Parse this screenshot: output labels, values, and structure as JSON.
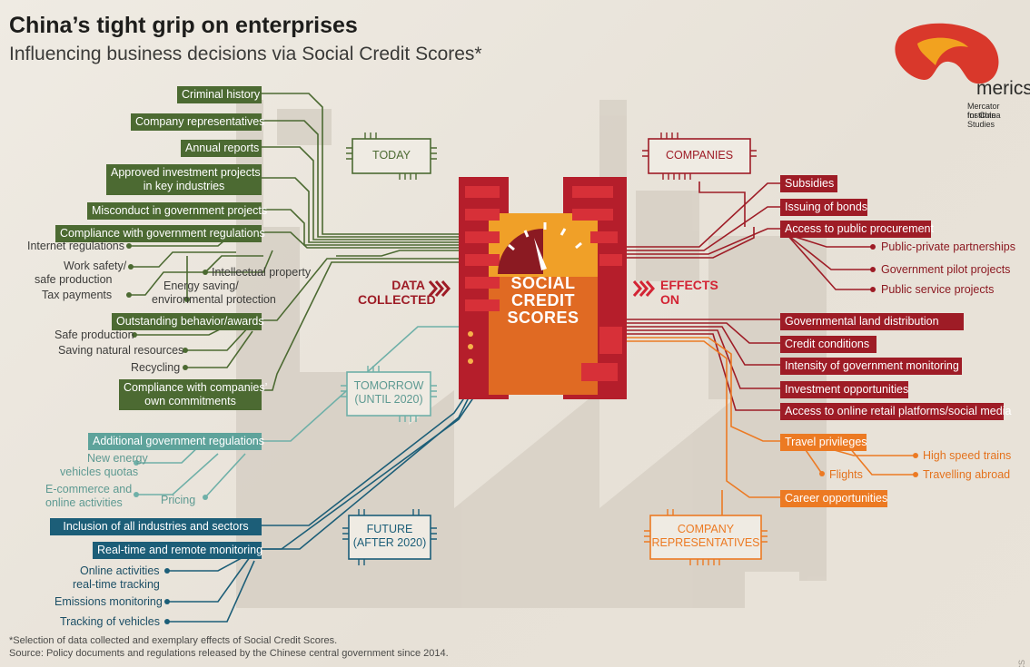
{
  "title": "China’s tight grip on enterprises",
  "subtitle": "Influencing business decisions via Social Credit Scores*",
  "logo": {
    "name": "merics",
    "sub1": "Mercator Institute",
    "sub2": "for China Studies"
  },
  "copyright": "© MERICS",
  "center": {
    "line1": "SOCIAL",
    "line2": "CREDIT",
    "line3": "SCORES"
  },
  "data_collected": {
    "line1": "DATA",
    "line2": "COLLECTED"
  },
  "effects_on": {
    "line1": "EFFECTS",
    "line2": "ON"
  },
  "chips": {
    "today": "TODAY",
    "tomorrow1": "TOMORROW",
    "tomorrow2": "(UNTIL 2020)",
    "future1": "FUTURE",
    "future2": "(AFTER 2020)",
    "companies": "COMPANIES",
    "reps1": "COMPANY",
    "reps2": "REPRESENTATIVES"
  },
  "left_today": {
    "criminal": "Criminal history",
    "company_reps": "Company representatives",
    "annual": "Annual reports",
    "approved1": "Approved investment projects",
    "approved2": "in key industries",
    "misconduct": "Misconduct in government projects",
    "compliance_gov": "Compliance with government regulations",
    "internet": "Internet regulations",
    "work1": "Work safety/",
    "work2": "safe production",
    "tax": "Tax payments",
    "energy1": "Energy saving/",
    "energy2": "environmental protection",
    "ip": "Intellectual property",
    "outstanding": "Outstanding behavior/awards",
    "safe": "Safe production",
    "saving": "Saving natural resources",
    "recycling": "Recycling",
    "own1": "Compliance with companies’",
    "own2": "own commitments"
  },
  "left_tomorrow": {
    "additional": "Additional government regulations",
    "nev1": "New energy",
    "nev2": "vehicles quotas",
    "ecom1": "E-commerce and",
    "ecom2": "online activities",
    "pricing": "Pricing"
  },
  "left_future": {
    "inclusion": "Inclusion of all industries and sectors",
    "realtime": "Real-time and remote monitoring",
    "online1": "Online activities",
    "online2": "real-time tracking",
    "emissions": "Emissions monitoring",
    "vehicles": "Tracking of vehicles"
  },
  "right_companies": {
    "subsidies": "Subsidies",
    "bonds": "Issuing of bonds",
    "procurement": "Access to public procurement",
    "ppp": "Public-private partnerships",
    "pilot": "Government pilot projects",
    "psp": "Public service projects",
    "land": "Governmental land distribution",
    "credit": "Credit conditions",
    "intensity": "Intensity of government monitoring",
    "invest": "Investment opportunities",
    "online_retail": "Access to online retail platforms/social media"
  },
  "right_reps": {
    "travel": "Travel privileges",
    "hst": "High speed trains",
    "flights": "Flights",
    "abroad": "Travelling abroad",
    "career": "Career opportunities"
  },
  "footnote1": "*Selection of data collected and exemplary effects of Social Credit Scores.",
  "footnote2": "Source: Policy documents and regulations released by the Chinese central government since 2014.",
  "colors": {
    "green": "#4c6a32",
    "teal": "#5ea39b",
    "blue": "#1c5e78",
    "red": "#9e1c26",
    "orange": "#ec7a23"
  }
}
